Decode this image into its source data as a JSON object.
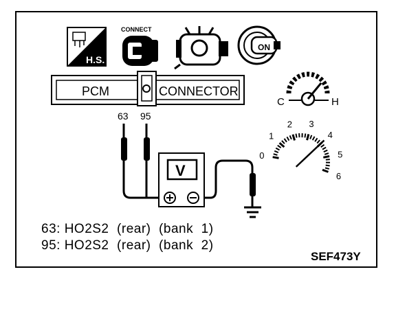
{
  "icons": {
    "hs_label": "H.S.",
    "connect_label": "CONNECT",
    "ignition_label": "ON"
  },
  "connector": {
    "left_label": "PCM",
    "right_label": "CONNECTOR"
  },
  "terminals": [
    "63",
    "95"
  ],
  "meter": {
    "label": "V"
  },
  "temperature_gauge": {
    "cold_label": "C",
    "hot_label": "H",
    "level": 0.72
  },
  "tachometer": {
    "ticks": [
      "0",
      "1",
      "2",
      "3",
      "4",
      "5",
      "6"
    ],
    "reading": 4
  },
  "notes": [
    "63: HO2S2  (rear)  (bank  1)",
    "95: HO2S2  (rear)  (bank  2)"
  ],
  "reference_code": "SEF473Y"
}
